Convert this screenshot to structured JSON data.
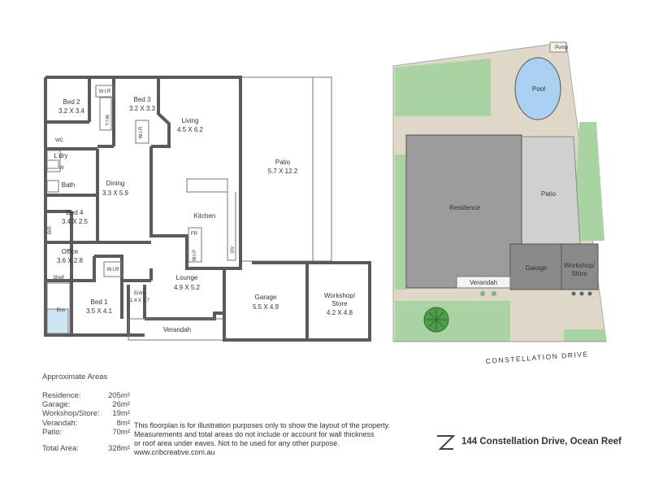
{
  "rooms": {
    "bed2": {
      "name": "Bed 2",
      "size": "3.2 X 3.4"
    },
    "bed3": {
      "name": "Bed 3",
      "size": "3.2 X 3.3"
    },
    "living": {
      "name": "Living",
      "size": "4.5 X 6.2"
    },
    "patio": {
      "name": "Patio",
      "size": "5.7 X 12.2"
    },
    "dining": {
      "name": "Dining",
      "size": "3.3 X 5.9"
    },
    "bed4": {
      "name": "Bed 4",
      "size": "3.4 X 2.5"
    },
    "kitchen": {
      "name": "Kitchen"
    },
    "office": {
      "name": "Office",
      "size": "3.6 X 2.8"
    },
    "bed1": {
      "name": "Bed 1",
      "size": "3.5 X 4.1"
    },
    "entry": {
      "name": "Entry",
      "size": "1.4 X 1.7"
    },
    "lounge": {
      "name": "Lounge",
      "size": "4.9 X 5.2"
    },
    "garage": {
      "name": "Garage",
      "size": "5.5 X 4.9"
    },
    "workshop": {
      "name": "Workshop/",
      "name2": "Store",
      "size": "4.2 X 4.8"
    },
    "verandah": {
      "name": "Verandah"
    },
    "wir1": "W.I.R",
    "wir2": "W.I.R",
    "wil": "W.I.L",
    "wir3": "W.I.R",
    "wc": "WC",
    "ldry": "L'dry",
    "w": "W",
    "bath": "Bath",
    "bir": "BIR",
    "fr": "FR",
    "wip": "W.I.P",
    "ov": "OV",
    "shelf": "Shelf",
    "ens": "Ens"
  },
  "site": {
    "pump": "Pump",
    "pool": "Pool",
    "residence": "Residence",
    "patio": "Patio",
    "garage": "Garage",
    "workshop1": "Workshop/",
    "workshop2": "Store",
    "verandah": "Verandah",
    "street": "CONSTELLATION DRIVE"
  },
  "areas": {
    "title": "Approximate Areas",
    "rows": [
      {
        "label": "Residence:",
        "value": "205m²"
      },
      {
        "label": "Garage:",
        "value": "26m²"
      },
      {
        "label": "Workshop/Store:",
        "value": "19m²"
      },
      {
        "label": "Verandah:",
        "value": "8m²"
      },
      {
        "label": "Patio:",
        "value": "70m²"
      }
    ],
    "total": {
      "label": "Total Area:",
      "value": "328m²"
    }
  },
  "disclaimer": [
    "This floorplan is for illustration purposes only to show the layout of the property.",
    "Measurements and total areas do not include or account for wall thickness",
    "or roof area under eaves. Not to be used for any other purpose.",
    "www.cribcreative.com.au"
  ],
  "address": "144 Constellation Drive, Ocean Reef",
  "colors": {
    "wall": "#5a5a5a",
    "grass": "#a9d3a2",
    "paving": "#dfd8c8",
    "residence": "#9b9b9b",
    "patio": "#d0d0d0",
    "garage": "#8a8a8a",
    "pool": "#a9cff1"
  }
}
